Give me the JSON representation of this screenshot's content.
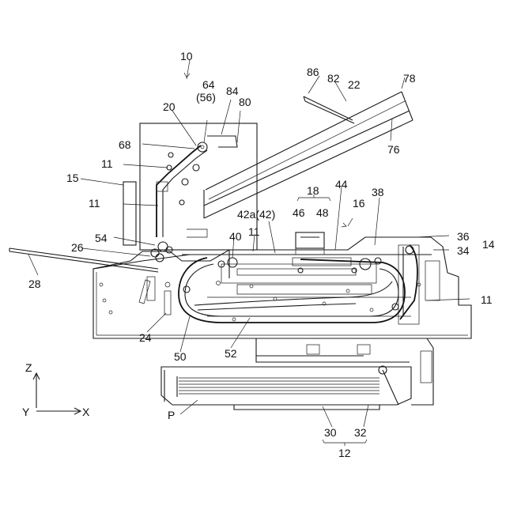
{
  "figure": {
    "labels": {
      "l10": "10",
      "l64": "64",
      "l56": "(56)",
      "l84": "84",
      "l80": "80",
      "l86": "86",
      "l82": "82",
      "l22": "22",
      "l78": "78",
      "l76": "76",
      "l20": "20",
      "l68": "68",
      "l11a": "11",
      "l15": "15",
      "l11b": "11",
      "l18": "18",
      "l44": "44",
      "l16": "16",
      "l38": "38",
      "l42a": "42a(42)",
      "l46": "46",
      "l48": "48",
      "l54": "54",
      "l40": "40",
      "l11c": "11",
      "l36": "36",
      "l34": "34",
      "l14": "14",
      "l26": "26",
      "l28": "28",
      "l11d": "11",
      "l24": "24",
      "l50": "50",
      "l52": "52",
      "l30": "30",
      "l32": "32",
      "l12": "12",
      "lP": "P"
    },
    "axes": {
      "z": "Z",
      "y": "Y",
      "x": "X"
    }
  }
}
